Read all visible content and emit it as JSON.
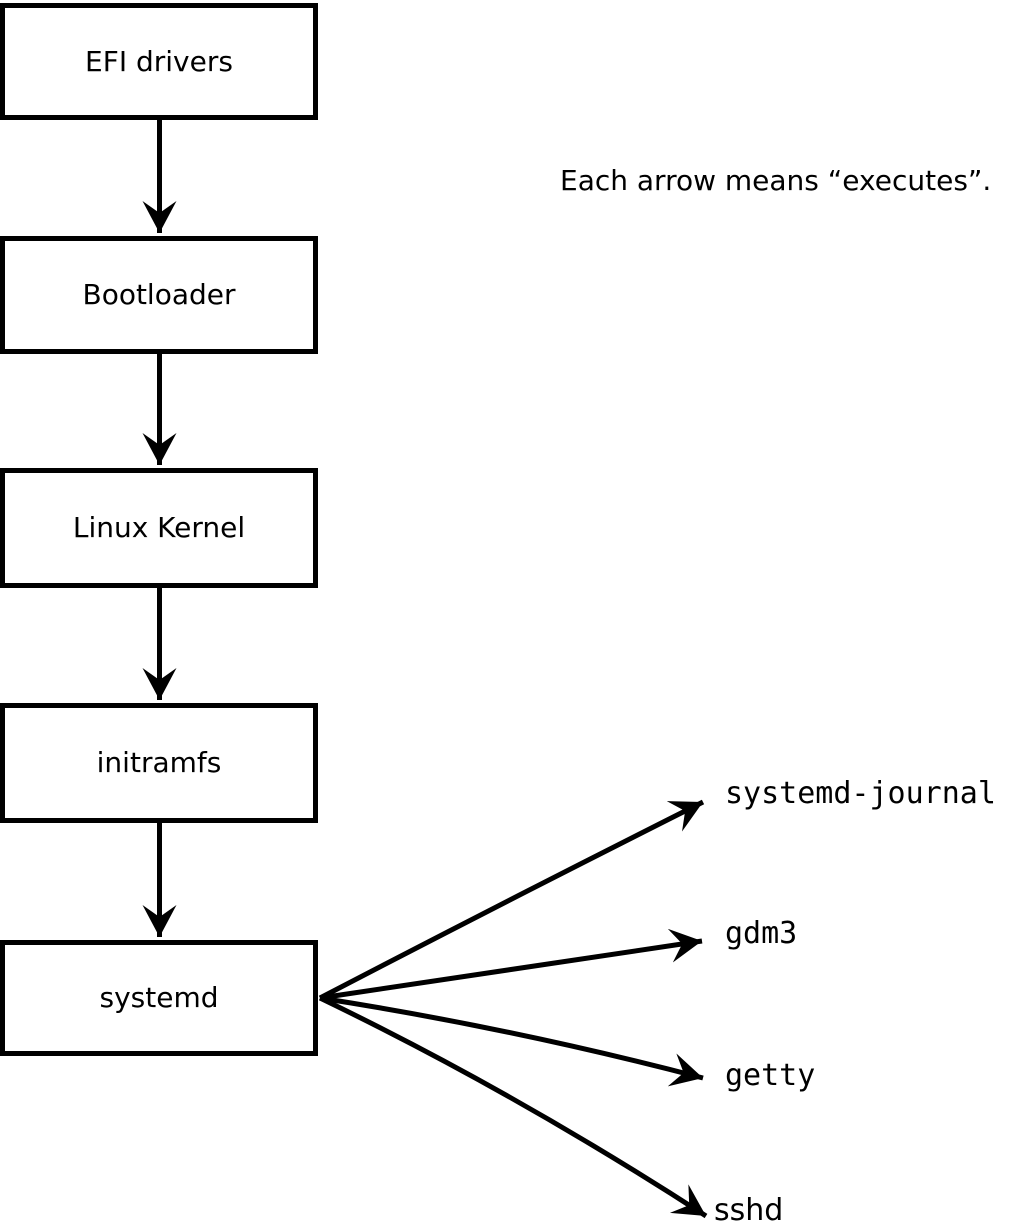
{
  "diagram": {
    "title_note": "Each arrow means “executes”.",
    "boot_chain": [
      {
        "id": "efi-drivers",
        "label": "EFI drivers"
      },
      {
        "id": "bootloader",
        "label": "Bootloader"
      },
      {
        "id": "linux-kernel",
        "label": "Linux Kernel"
      },
      {
        "id": "initramfs",
        "label": "initramfs"
      },
      {
        "id": "systemd",
        "label": "systemd"
      }
    ],
    "spawned_processes": [
      {
        "id": "systemd-journal",
        "label": "systemd-journal"
      },
      {
        "id": "gdm3",
        "label": "gdm3"
      },
      {
        "id": "getty",
        "label": "getty"
      },
      {
        "id": "sshd",
        "label": "sshd"
      }
    ],
    "colors": {
      "background": "#ffffff",
      "stroke": "#000000",
      "text": "#000000"
    }
  }
}
